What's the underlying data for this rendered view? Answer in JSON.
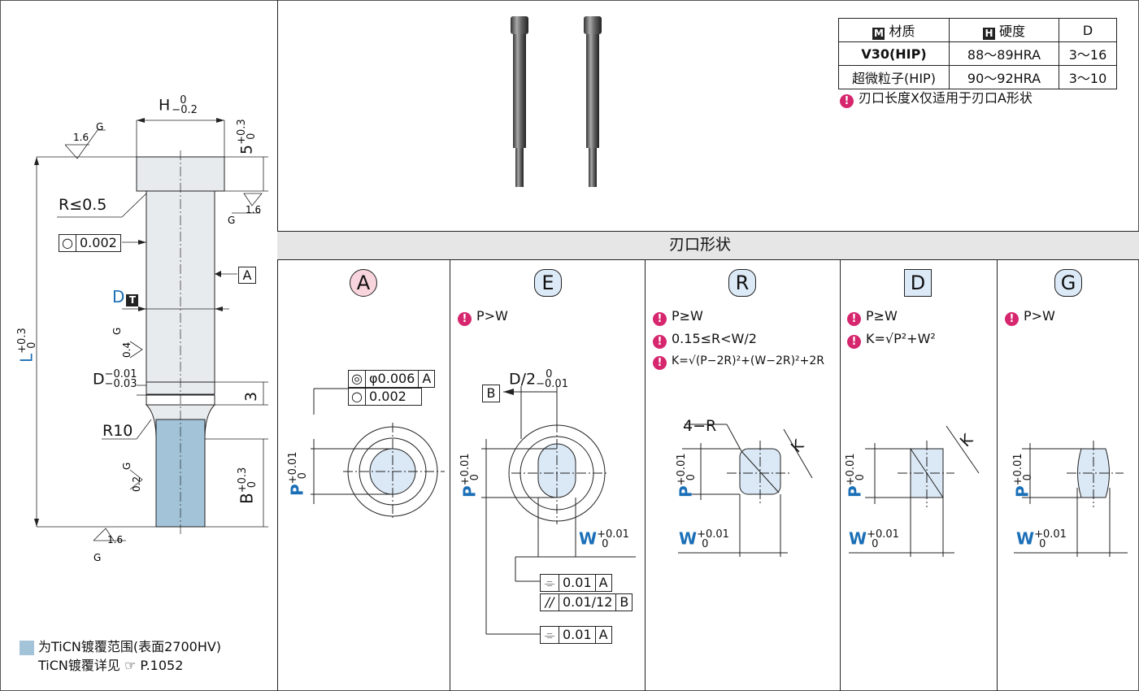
{
  "left_drawing": {
    "h_dim": "H",
    "h_tol_upper": "0",
    "h_tol_lower": "−0.2",
    "head_height": "5",
    "head_tol_upper": "+0.3",
    "head_tol_lower": "0",
    "radius_head": "R≤0.5",
    "runout": "0.002",
    "datum": "A",
    "d_label": "D",
    "d_badge": "T",
    "d2_label": "D",
    "d2_tol_upper": "−0.01",
    "d2_tol_lower": "−0.03",
    "step": "3",
    "r10": "R10",
    "l_label": "L",
    "l_tol_upper": "+0.3",
    "l_tol_lower": "0",
    "b_label": "B",
    "b_tol_upper": "+0.3",
    "b_tol_lower": "0",
    "rough_16": "1.6",
    "rough_04": "0.4",
    "rough_02": "0.2",
    "rough_g": "G",
    "legend_line1": "为TiCN镀覆范围(表面2700HV)",
    "legend_line2": "TiCN镀覆详见",
    "legend_page": "P.1052",
    "coating_color": "#a8c8dc"
  },
  "spec_table": {
    "headers": [
      {
        "badge": "M",
        "label": "材质"
      },
      {
        "badge": "H",
        "label": "硬度"
      },
      {
        "badge": "",
        "label": "D"
      }
    ],
    "rows": [
      [
        "V30(HIP)",
        "88～89HRA",
        "3～16"
      ],
      [
        "超微粒子(HIP)",
        "90～92HRA",
        "3～10"
      ]
    ],
    "note": "刃口长度X仅适用于刃口A形状"
  },
  "section_title": "刃口形状",
  "shapes": [
    {
      "letter": "A",
      "notes": [],
      "badge_color": "#f8d4dc",
      "gdt": [
        {
          "sym": "◎",
          "val": "φ0.006",
          "datum": "A"
        },
        {
          "sym": "○",
          "val": "0.002",
          "datum": ""
        }
      ],
      "p_label": "P",
      "tol_upper": "+0.01",
      "tol_lower": "0"
    },
    {
      "letter": "E",
      "notes": [
        "P>W"
      ],
      "badge_color": "#dce9f6",
      "d_half": "D/2",
      "d_tol_upper": "0",
      "d_tol_lower": "−0.01",
      "datum_b": "B",
      "gdt": [
        {
          "sym": "⌯",
          "val": "0.01",
          "datum": "A"
        },
        {
          "sym": "//",
          "val": "0.01/12",
          "datum": "B"
        },
        {
          "sym": "⌯",
          "val": "0.01",
          "datum": "A"
        }
      ],
      "p_label": "P",
      "w_label": "W",
      "tol_upper": "+0.01",
      "tol_lower": "0"
    },
    {
      "letter": "R",
      "notes": [
        "P≥W",
        "0.15≤R<W/2",
        "K=√(P−2R)²+(W−2R)²+2R"
      ],
      "badge_color": "#dce9f6",
      "corner": "4−R",
      "k_label": "K",
      "p_label": "P",
      "w_label": "W",
      "tol_upper": "+0.01",
      "tol_lower": "0"
    },
    {
      "letter": "D",
      "notes": [
        "P≥W",
        "K=√P²+W²"
      ],
      "badge_color": "#dce9f6",
      "k_label": "K",
      "p_label": "P",
      "w_label": "W",
      "tol_upper": "+0.01",
      "tol_lower": "0"
    },
    {
      "letter": "G",
      "notes": [
        "P>W"
      ],
      "badge_color": "#dce9f6",
      "p_label": "P",
      "w_label": "W",
      "tol_upper": "+0.01",
      "tol_lower": "0"
    }
  ]
}
